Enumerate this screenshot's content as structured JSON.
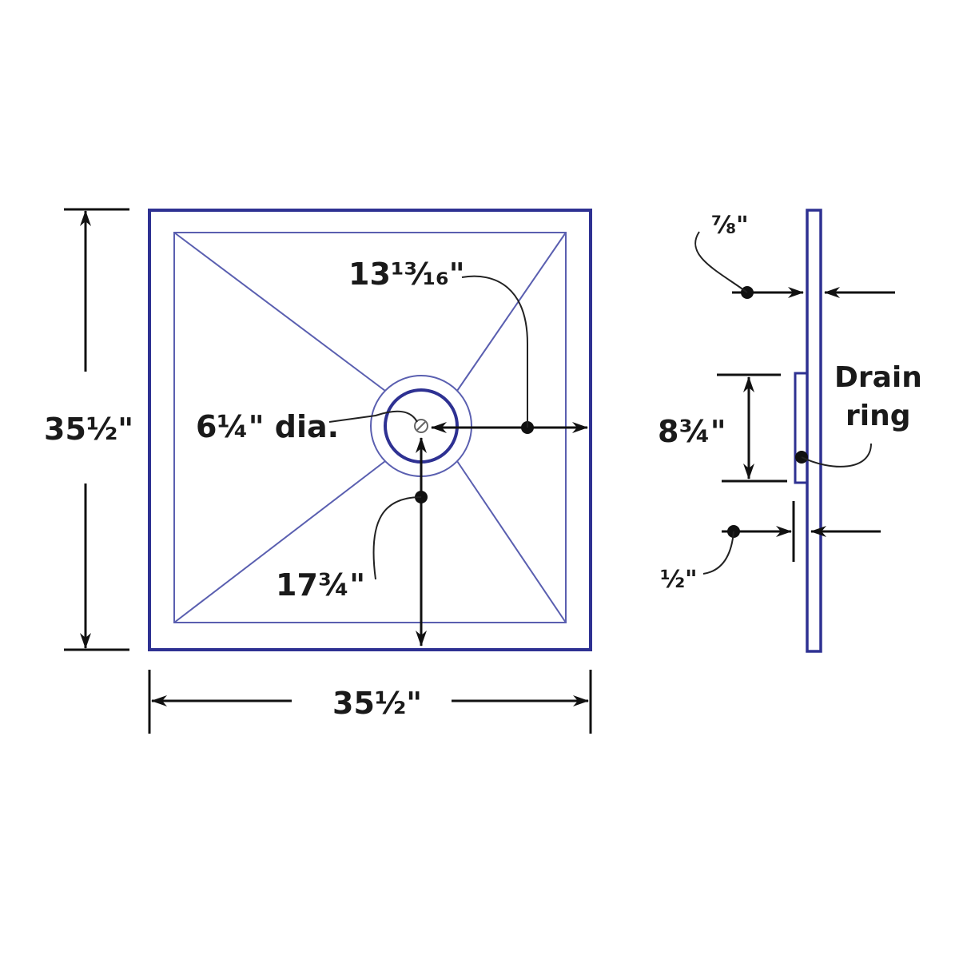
{
  "colors": {
    "outline": "#2e3192",
    "line": "#111111"
  },
  "top_view": {
    "width_label": "35½\"",
    "height_label": "35½\"",
    "drain_offset_x_label": "13¹³⁄₁₆\"",
    "drain_offset_y_label": "17¾\"",
    "drain_diameter_label": "6¼\" dia."
  },
  "side_view": {
    "thickness_label": "⅞\"",
    "drain_ring_height_label": "8¾\"",
    "drain_ring_label_line1": "Drain",
    "drain_ring_label_line2": "ring",
    "ring_depth_label": "½\""
  }
}
